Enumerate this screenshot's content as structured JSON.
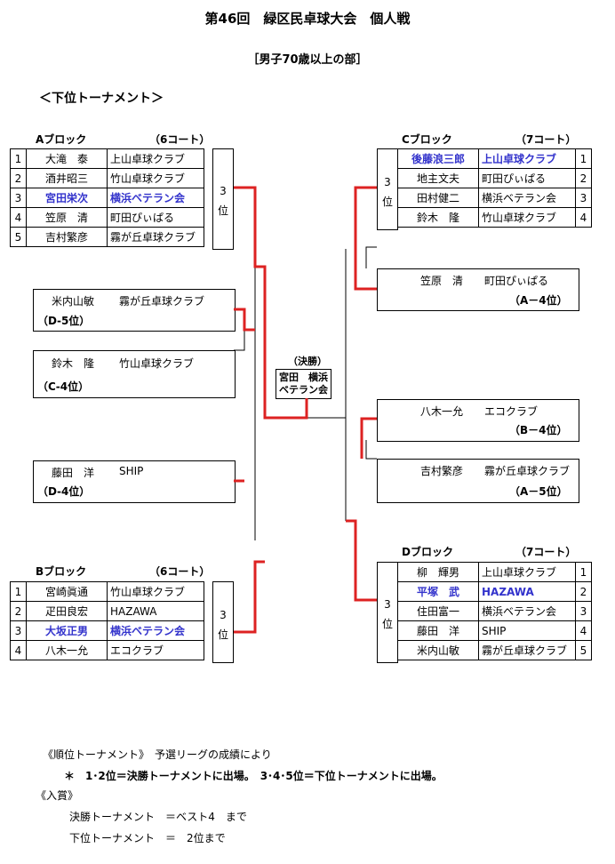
{
  "title": "第46回　緑区民卓球大会　個人戦",
  "subtitle": "［男子70歳以上の部］",
  "section": "＜下位トーナメント＞",
  "colors": {
    "highlight": "#3333cc",
    "bracket_win": "#dd2222",
    "line": "#000000"
  },
  "blocks": {
    "A": {
      "label": "Aブロック",
      "court": "（6コート）",
      "rank": "3位",
      "rows": [
        {
          "no": "1",
          "name": "大滝　泰",
          "club": "上山卓球クラブ"
        },
        {
          "no": "2",
          "name": "酒井昭三",
          "club": "竹山卓球クラブ"
        },
        {
          "no": "3",
          "name": "宮田栄次",
          "club": "横浜ベテラン会"
        },
        {
          "no": "4",
          "name": "笠原　清",
          "club": "町田ぴぃぱる"
        },
        {
          "no": "5",
          "name": "吉村繁彦",
          "club": "霧が丘卓球クラブ"
        }
      ]
    },
    "B": {
      "label": "Bブロック",
      "court": "（6コート）",
      "rank": "3位",
      "rows": [
        {
          "no": "1",
          "name": "宮崎眞通",
          "club": "竹山卓球クラブ"
        },
        {
          "no": "2",
          "name": "疋田良宏",
          "club": "HAZAWA"
        },
        {
          "no": "3",
          "name": "大坂正男",
          "club": "横浜ベテラン会"
        },
        {
          "no": "4",
          "name": "八木一允",
          "club": "エコクラブ"
        }
      ]
    },
    "C": {
      "label": "Cブロック",
      "court": "（7コート）",
      "rank": "3位",
      "rows": [
        {
          "no": "1",
          "name": "後藤浪三郎",
          "club": "上山卓球クラブ"
        },
        {
          "no": "2",
          "name": "地主文夫",
          "club": "町田ぴぃぱる"
        },
        {
          "no": "3",
          "name": "田村健二",
          "club": "横浜ベテラン会"
        },
        {
          "no": "4",
          "name": "鈴木　隆",
          "club": "竹山卓球クラブ"
        }
      ]
    },
    "D": {
      "label": "Dブロック",
      "court": "（7コート）",
      "rank": "3位",
      "rows": [
        {
          "no": "1",
          "name": "柳　輝男",
          "club": "上山卓球クラブ"
        },
        {
          "no": "2",
          "name": "平塚　武",
          "club": "HAZAWA"
        },
        {
          "no": "3",
          "name": "住田富一",
          "club": "横浜ベテラン会"
        },
        {
          "no": "4",
          "name": "藤田　洋",
          "club": "SHIP"
        },
        {
          "no": "5",
          "name": "米内山敏",
          "club": "霧が丘卓球クラブ"
        }
      ]
    }
  },
  "entries": {
    "l1": {
      "name": "米内山敏",
      "club": "霧が丘卓球クラブ",
      "seed": "（D‐5位）"
    },
    "l2": {
      "name": "鈴木　隆",
      "club": "竹山卓球クラブ",
      "seed": "（C‐4位）"
    },
    "l3": {
      "name": "藤田　洋",
      "club": "SHIP",
      "seed": "（D‐4位）"
    },
    "r1": {
      "name": "笠原　清",
      "club": "町田ぴぃぱる",
      "seed": "（A－4位）"
    },
    "r2": {
      "name": "八木一允",
      "club": "エコクラブ",
      "seed": "（B－4位）"
    },
    "r3": {
      "name": "吉村繁彦",
      "club": "霧が丘卓球クラブ",
      "seed": "（A－5位）"
    }
  },
  "final": {
    "label": "（決勝）",
    "line1": "宮田　横浜",
    "line2": "ベテラン会"
  },
  "notes": {
    "n1": "《順位トーナメント》　予選リーグの成績により",
    "n2": "＊　1･2位＝決勝トーナメントに出場。　3･4･5位＝下位トーナメントに出場。",
    "n3": "《入賞》",
    "n4": "決勝トーナメント　＝ベスト4　まで",
    "n5": "下位トーナメント　＝　2位まで"
  }
}
